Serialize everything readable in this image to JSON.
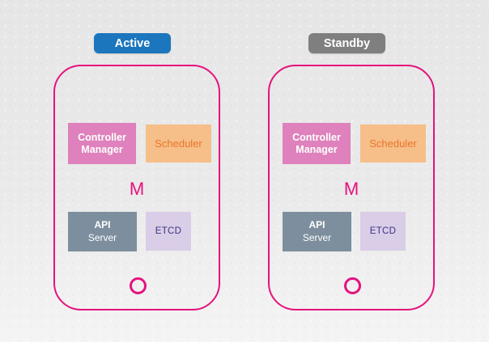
{
  "colors": {
    "card_border": "#e6127e",
    "active_badge_bg": "#1b76bd",
    "standby_badge_bg": "#7f7f7f",
    "badge_text": "#ffffff",
    "controller_manager_bg": "#de81bc",
    "controller_manager_text": "#ffffff",
    "scheduler_bg": "#f6be88",
    "scheduler_text": "#e9762c",
    "api_server_bg": "#7d8f9e",
    "api_server_text": "#ffffff",
    "etcd_bg": "#d9cde8",
    "etcd_text": "#3e3480",
    "master_label_color": "#e6127e",
    "circle_color": "#e6127e"
  },
  "nodes": [
    {
      "badge": "Active",
      "badge_color": "#1b76bd",
      "controller_manager": {
        "line1": "Controller",
        "line2": "Manager"
      },
      "scheduler": "Scheduler",
      "master_label": "M",
      "api_server": {
        "line1": "API",
        "line2": "Server"
      },
      "etcd": "ETCD"
    },
    {
      "badge": "Standby",
      "badge_color": "#7f7f7f",
      "controller_manager": {
        "line1": "Controller",
        "line2": "Manager"
      },
      "scheduler": "Scheduler",
      "master_label": "M",
      "api_server": {
        "line1": "API",
        "line2": "Server"
      },
      "etcd": "ETCD"
    }
  ]
}
